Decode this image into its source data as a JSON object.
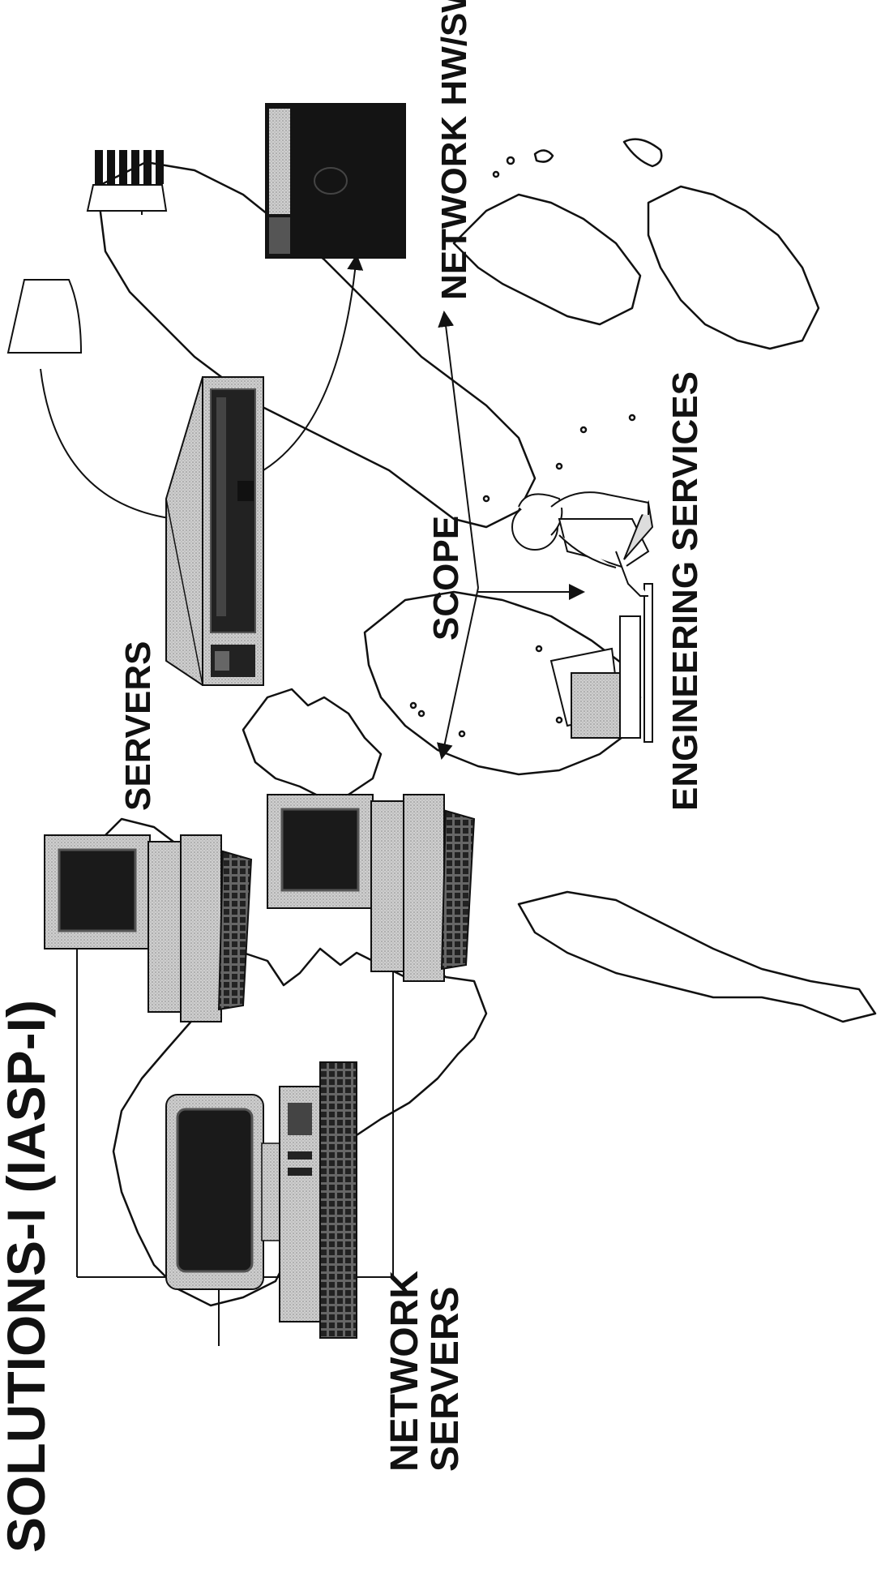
{
  "title": {
    "text": "SOLUTIONS-I (IASP-I)"
  },
  "labels": {
    "network_servers_line1": "NETWORK",
    "network_servers_line2": "SERVERS",
    "servers": "SERVERS",
    "scope": "SCOPE",
    "engineering_services": "ENGINEERING SERVICES",
    "network_hw_sw": "NETWORK HW/SW"
  },
  "icons": [
    "world-map",
    "network-workstation-icon",
    "desktop-computer-icon",
    "server-tower-icon",
    "network-hardware-rack-icon",
    "satellite-dish-icon",
    "engineer-at-computer-icon"
  ],
  "colors": {
    "ink": "#111111",
    "device_gray": "#bdbdbd",
    "screen_dark": "#1a1a1a",
    "background": "#ffffff"
  }
}
